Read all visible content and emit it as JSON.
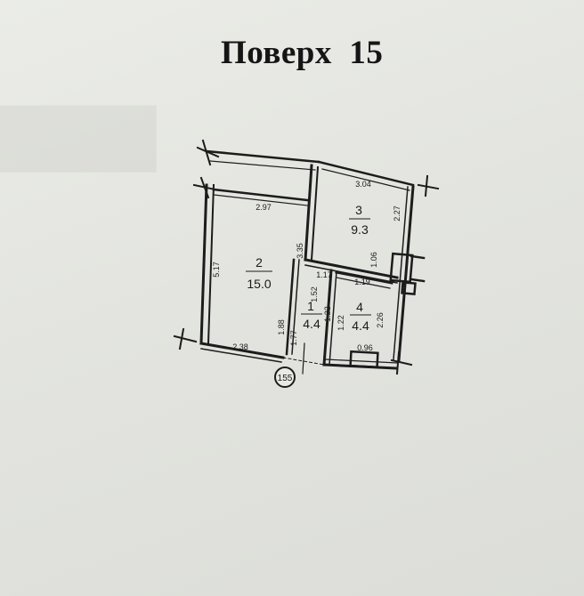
{
  "floor_title": "Поверх  15",
  "rooms": [
    {
      "number": "1",
      "area": "4.4"
    },
    {
      "number": "2",
      "area": "15.0"
    },
    {
      "number": "3",
      "area": "9.3"
    },
    {
      "number": "4",
      "area": "4.4"
    }
  ],
  "dimensions": {
    "d_297": "2.97",
    "d_304": "3.04",
    "d_227": "2.27",
    "d_517": "5.17",
    "d_335": "3.35",
    "d_117": "1.17",
    "d_106": "1.06",
    "d_119": "1.19",
    "d_152": "1.52",
    "d_122a": "1.22",
    "d_122b": "1.22",
    "d_226": "2.26",
    "d_188": "1.88",
    "d_177": "1.77",
    "d_238": "2.38",
    "d_096": "0.96"
  },
  "apartment_number": "155"
}
